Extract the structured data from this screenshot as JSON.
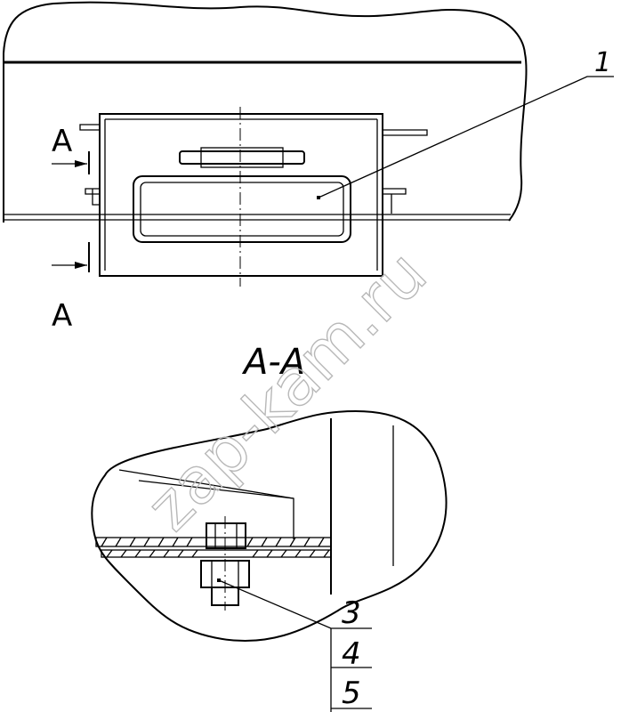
{
  "callouts": {
    "item_1": "1",
    "item_3": "3",
    "item_4": "4",
    "item_5": "5"
  },
  "section": {
    "cut_letter_top": "A",
    "cut_letter_bottom": "A",
    "view_title": "А-А"
  },
  "watermark": "zap-kam.ru",
  "colors": {
    "line": "#000000",
    "watermark": "#b8b8b8",
    "background": "#ffffff"
  }
}
